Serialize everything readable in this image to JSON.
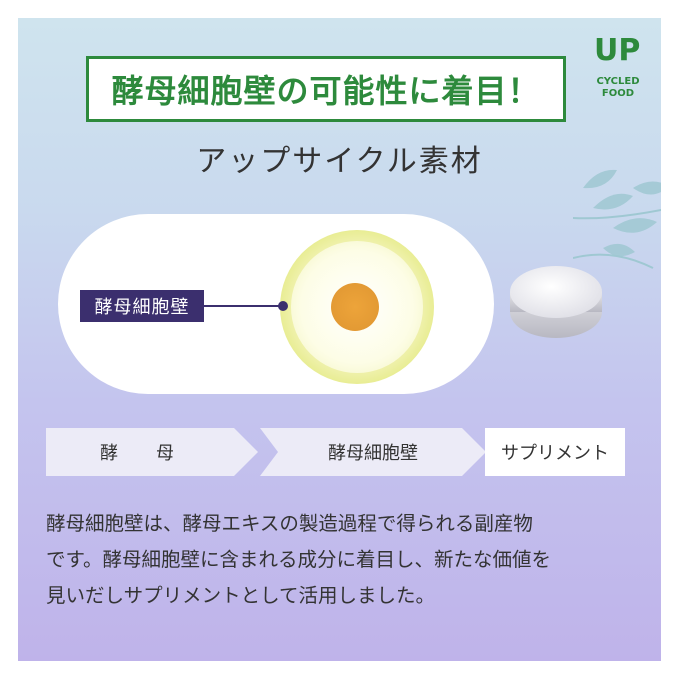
{
  "headline": "酵母細胞壁の可能性に着目！",
  "logo": {
    "line1": "UP",
    "line2": "CYCLED",
    "line3": "FOOD"
  },
  "subheadline": "アップサイクル素材",
  "diagram": {
    "cell_label": "酵母細胞壁"
  },
  "process_steps": [
    {
      "label": "酵　母"
    },
    {
      "label": "酵母細胞壁"
    },
    {
      "label": "サプリメント"
    }
  ],
  "description_lines": [
    "酵母細胞壁は、酵母エキスの製造過程で得られる副産物",
    "です。酵母細胞壁に含まれる成分に着目し、新たな価値を",
    "見いだしサプリメントとして活用しました。"
  ],
  "colors": {
    "brand_green": "#2d8a3c",
    "label_purple": "#3b2f6e",
    "nucleus_orange": "#e39a34"
  },
  "icons": [
    "up-arrow-icon",
    "leaf-decoration-icon",
    "tablet-icon"
  ]
}
